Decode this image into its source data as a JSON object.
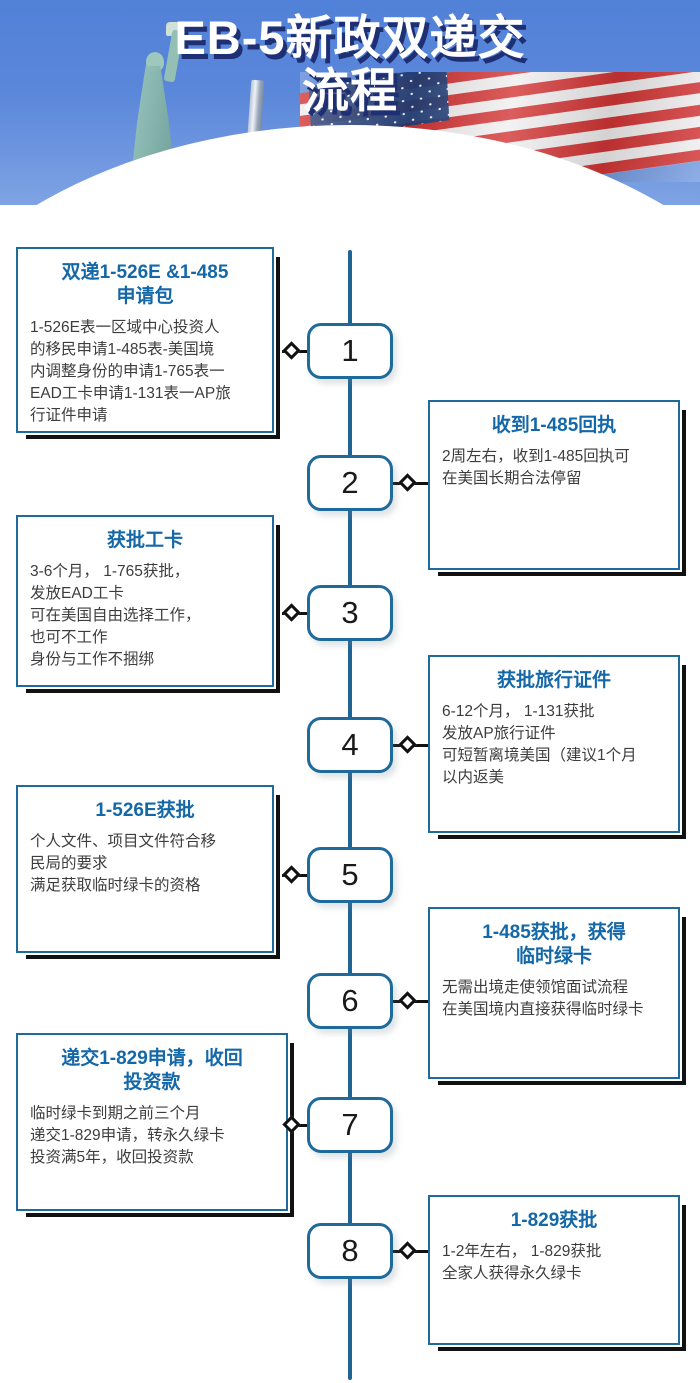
{
  "header": {
    "title_line1": "EB-5新政双递交",
    "title_line2": "流程",
    "icons": [
      "statue-of-liberty",
      "american-flag",
      "flag-pole"
    ],
    "colors": {
      "sky": "#5181d8",
      "title_text": "#ffffff",
      "title_shadow": "#1e2f73",
      "arc_band": "#d9e1ea"
    }
  },
  "theme": {
    "card_border": "#1f6a9c",
    "card_shadow": "#111111",
    "heading_blue": "#1568a8",
    "body_text": "#3d3d3d",
    "spine": "#1f6493",
    "badge_border": "#1f6a9c",
    "badge_number": "#1a1a1a"
  },
  "flow": {
    "steps": [
      {
        "number": "1",
        "side": "left",
        "title": "双递1-526E &1-485\n申请包",
        "body": "1-526E表一区域中心投资人\n的移民申请1-485表-美国境\n内调整身份的申请1-765表一\nEAD工卡申请1-131表一AP旅\n行证件申请"
      },
      {
        "number": "2",
        "side": "right",
        "title": "收到1-485回执",
        "body": "2周左右，收到1-485回执可\n在美国长期合法停留"
      },
      {
        "number": "3",
        "side": "left",
        "title": "获批工卡",
        "body": "3-6个月， 1-765获批，\n发放EAD工卡\n可在美国自由选择工作，\n也可不工作\n身份与工作不捆绑"
      },
      {
        "number": "4",
        "side": "right",
        "title": "获批旅行证件",
        "body": "6-12个月， 1-131获批\n发放AP旅行证件\n可短暂离境美国（建议1个月\n以内返美"
      },
      {
        "number": "5",
        "side": "left",
        "title": "1-526E获批",
        "body": "个人文件、项目文件符合移\n民局的要求\n满足获取临时绿卡的资格"
      },
      {
        "number": "6",
        "side": "right",
        "title": "1-485获批，获得\n临时绿卡",
        "body": "无需出境走使领馆面试流程\n在美国境内直接获得临时绿卡"
      },
      {
        "number": "7",
        "side": "left",
        "title": "递交1-829申请，收回\n投资款",
        "body": "临时绿卡到期之前三个月\n递交1-829申请，转永久绿卡\n投资满5年，收回投资款"
      },
      {
        "number": "8",
        "side": "right",
        "title": "1-829获批",
        "body": "1-2年左右， 1-829获批\n全家人获得永久绿卡"
      }
    ]
  }
}
